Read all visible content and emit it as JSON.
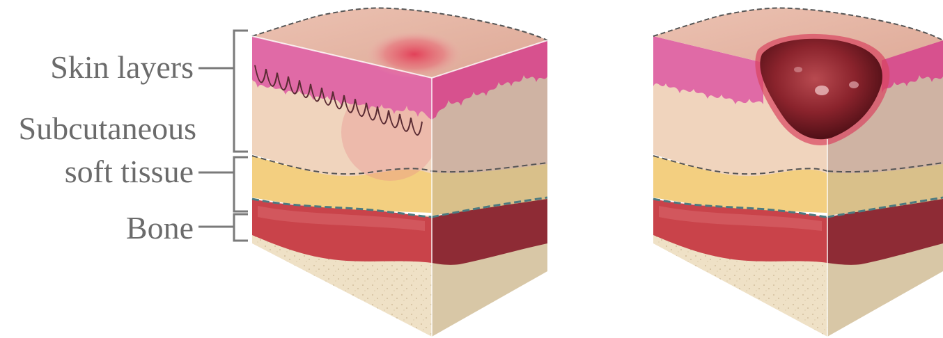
{
  "labels": {
    "skin_layers": "Skin layers",
    "subcutaneous_line1": "Subcutaneous",
    "subcutaneous_line2": "soft tissue",
    "bone": "Bone"
  },
  "colors": {
    "epidermis_top": "#e7b7a8",
    "dermis_pink": "#e06aa6",
    "dermis_body": "#f0d4bd",
    "fat": "#f3cf80",
    "muscle": "#c9434a",
    "bone_base": "#efe1c6",
    "right_face_skin": "#cfb3a3",
    "right_face_fat": "#d9c08a",
    "right_face_muscle": "#8e2b35",
    "right_face_bone": "#d8c7a6",
    "redness": "#e23b55",
    "ulcer": "#7c1c22",
    "label_text": "#6b6b6b",
    "bracket": "#7a7a7a"
  },
  "blocks": [
    {
      "name": "early-stage-block",
      "condition": "localized redness"
    },
    {
      "name": "ulcer-stage-block",
      "condition": "open ulcer"
    }
  ]
}
